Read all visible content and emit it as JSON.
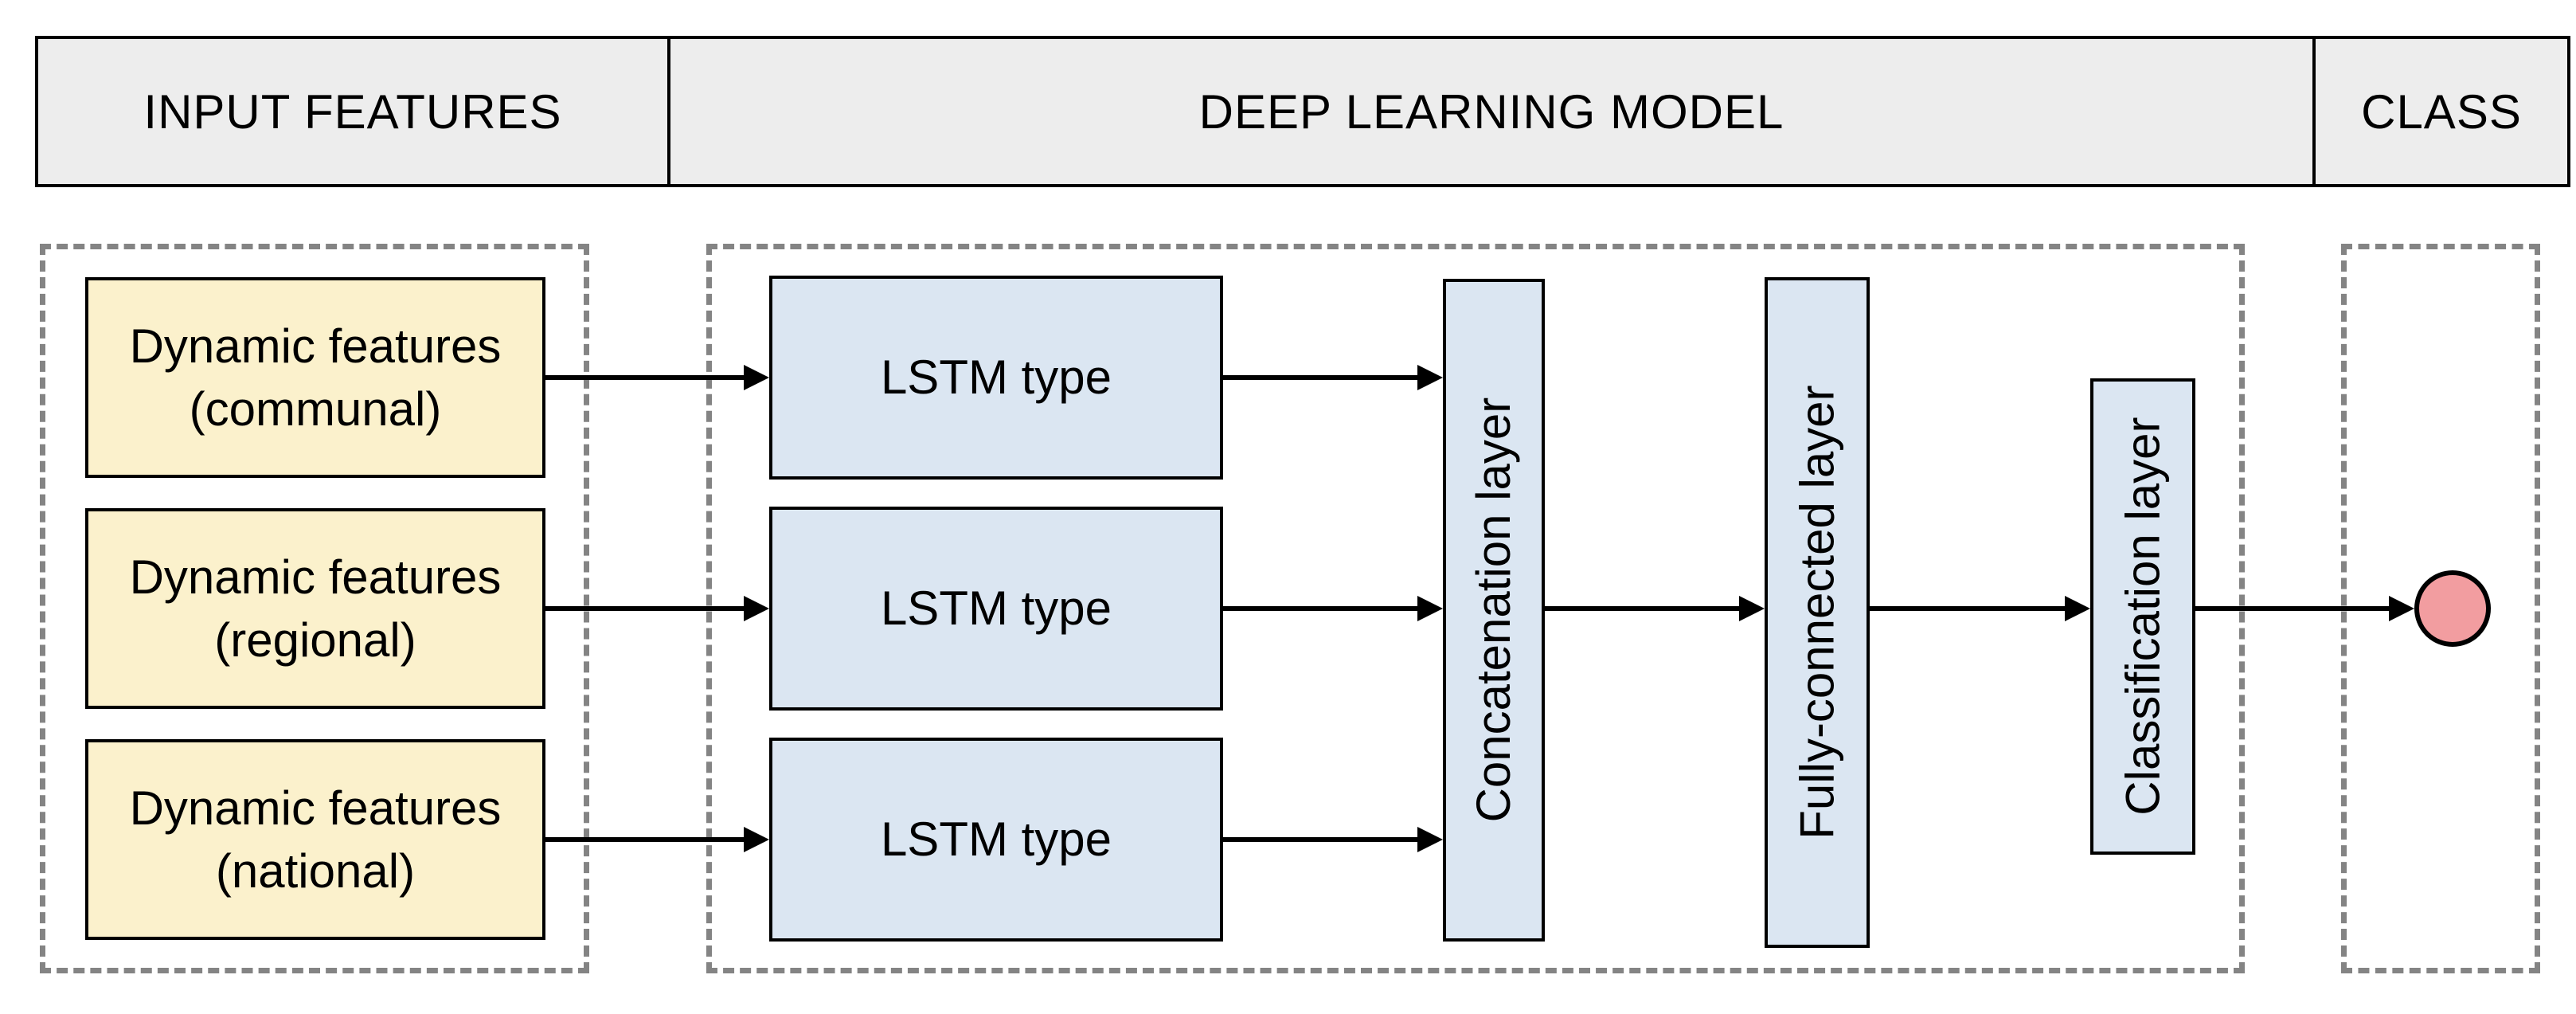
{
  "header": {
    "cells": [
      {
        "label": "INPUT FEATURES"
      },
      {
        "label": "DEEP LEARNING MODEL"
      },
      {
        "label": "CLASS"
      }
    ]
  },
  "input_features": {
    "boxes": [
      {
        "line1": "Dynamic features",
        "line2": "(communal)"
      },
      {
        "line1": "Dynamic features",
        "line2": "(regional)"
      },
      {
        "line1": "Dynamic features",
        "line2": "(national)"
      }
    ]
  },
  "model": {
    "lstm_boxes": [
      {
        "label": "LSTM type"
      },
      {
        "label": "LSTM type"
      },
      {
        "label": "LSTM type"
      }
    ],
    "layers": {
      "concatenation": "Concatenation layer",
      "fully_connected": "Fully-connected layer",
      "classification": "Classification layer"
    }
  },
  "class_output": {
    "shape": "circle",
    "color": "#F29DA0"
  },
  "colors": {
    "header_fill": "#EDEDED",
    "input_box_fill": "#FBF1CC",
    "layer_box_fill": "#DBE6F2",
    "dashed_border": "#848484",
    "line_black": "#000000",
    "output_circle_fill": "#F29DA0"
  }
}
